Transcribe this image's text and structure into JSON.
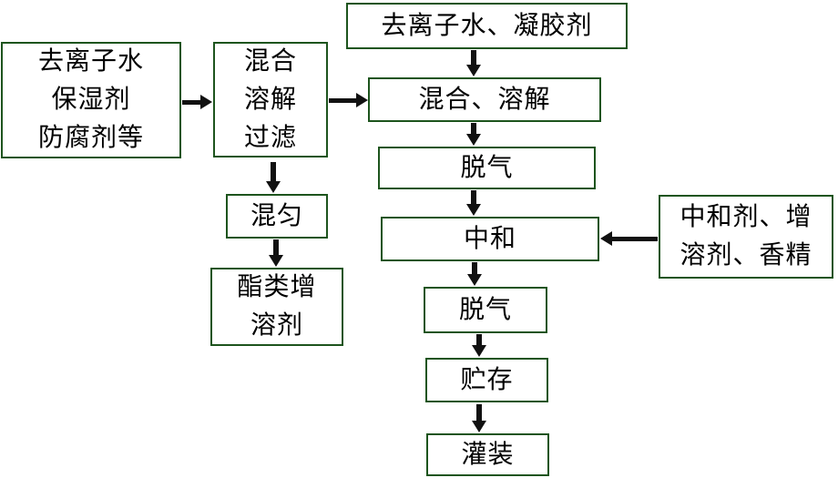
{
  "diagram": {
    "type": "flowchart",
    "language": "zh-CN",
    "colors": {
      "box_border": "#1d541d",
      "arrow": "#111111",
      "text": "#000000",
      "background": "#ffffff"
    },
    "nodes": {
      "ingredients_left": {
        "label": "去离子水\n保湿剂\n防腐剂等"
      },
      "mix_dissolve_filter": {
        "label": "混合\n溶解\n过滤"
      },
      "water_gelling": {
        "label": "去离子水、凝胶剂"
      },
      "mix_dissolve": {
        "label": "混合、溶解"
      },
      "degas_1": {
        "label": "脱气"
      },
      "neutralize": {
        "label": "中和"
      },
      "neutralizer_inputs": {
        "label": "中和剂、增\n溶剂、香精"
      },
      "degas_2": {
        "label": "脱气"
      },
      "storage": {
        "label": "贮存"
      },
      "filling": {
        "label": "灌装"
      },
      "mix_well": {
        "label": "混匀"
      },
      "ester_solubilizer": {
        "label": "酯类增\n溶剂"
      }
    },
    "edges": [
      {
        "from": "ingredients_left",
        "to": "mix_dissolve_filter",
        "direction": "right"
      },
      {
        "from": "mix_dissolve_filter",
        "to": "mix_dissolve",
        "direction": "right"
      },
      {
        "from": "water_gelling",
        "to": "mix_dissolve",
        "direction": "down"
      },
      {
        "from": "mix_dissolve",
        "to": "degas_1",
        "direction": "down"
      },
      {
        "from": "degas_1",
        "to": "neutralize",
        "direction": "down"
      },
      {
        "from": "neutralizer_inputs",
        "to": "neutralize",
        "direction": "left"
      },
      {
        "from": "neutralize",
        "to": "degas_2",
        "direction": "down"
      },
      {
        "from": "degas_2",
        "to": "storage",
        "direction": "down"
      },
      {
        "from": "storage",
        "to": "filling",
        "direction": "down"
      },
      {
        "from": "mix_dissolve_filter",
        "to": "mix_well",
        "direction": "down"
      },
      {
        "from": "mix_well",
        "to": "ester_solubilizer",
        "direction": "down"
      }
    ]
  }
}
